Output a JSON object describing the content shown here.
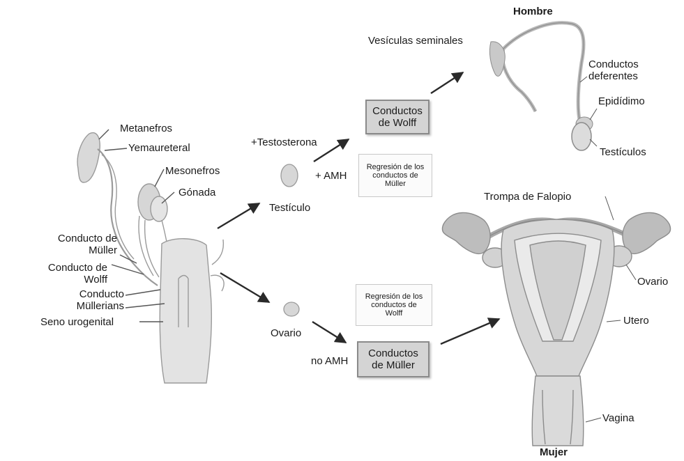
{
  "labels": {
    "hombre": "Hombre",
    "mujer": "Mujer",
    "vesiculas": "Vesículas seminales",
    "conductos_deferentes": "Conductos\ndeferentes",
    "epididimo": "Epidídimo",
    "testiculos": "Testículos",
    "trompa": "Trompa de Falopio",
    "ovario_right": "Ovario",
    "utero": "Utero",
    "vagina": "Vagina",
    "metanefros": "Metanefros",
    "yemaureteral": "Yemaureteral",
    "mesonefros": "Mesonefros",
    "gonada": "Gónada",
    "conducto_muller": "Conducto de\nMüller",
    "conducto_wolff": "Conducto de\nWolff",
    "conducto_mullerians": "Conducto\nMüllerians",
    "seno_urogenital": "Seno urogenital",
    "testosterona": "+Testosterona",
    "amh": "+ AMH",
    "testiculo": "Testículo",
    "ovario_mid": "Ovario",
    "no_amh": "no AMH"
  },
  "boxes": {
    "conductos_wolff": "Conductos\nde Wolff",
    "regresion_muller": "Regresión de los\nconductos de\nMüller",
    "regresion_wolff": "Regresión de los\nconductos de\nWolff",
    "conductos_muller": "Conductos\nde Müller"
  }
}
